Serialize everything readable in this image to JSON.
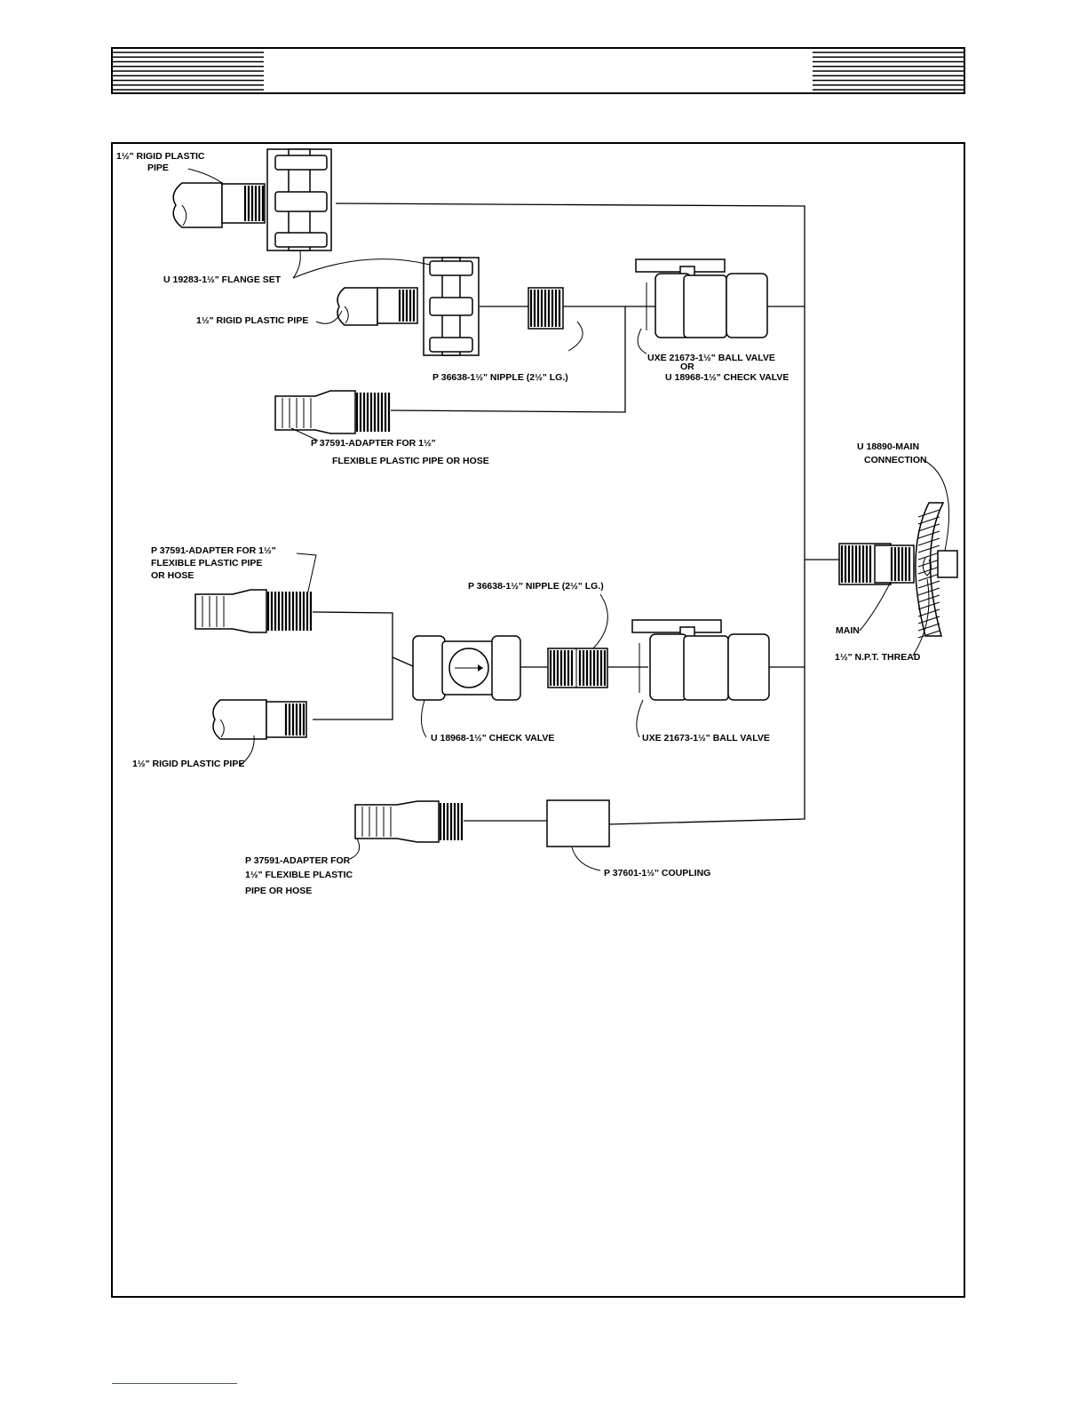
{
  "header": {
    "stripe_count": 9
  },
  "labels": {
    "rigid_pipe_top": [
      "1½\" RIGID PLASTIC",
      "PIPE"
    ],
    "flange_set": "U 19283-1½\" FLANGE SET",
    "rigid_pipe_mid": "1½\" RIGID PLASTIC PIPE",
    "nipple_top": "P 36638-1½\" NIPPLE (2½\" LG.)",
    "ball_or_check": [
      "UXE 21673-1½\" BALL VALVE",
      "OR",
      "U 18968-1½\" CHECK VALVE"
    ],
    "adapter_top": [
      "P 37591-ADAPTER FOR 1½\"",
      "FLEXIBLE PLASTIC PIPE OR HOSE"
    ],
    "main_connection": [
      "U 18890-MAIN",
      "CONNECTION"
    ],
    "adapter_left": [
      "P 37591-ADAPTER FOR 1½\"",
      "FLEXIBLE PLASTIC PIPE",
      "OR HOSE"
    ],
    "nipple_bottom": "P 36638-1½\" NIPPLE (2½\" LG.)",
    "main": "MAIN",
    "npt_thread": "1½\" N.P.T. THREAD",
    "rigid_pipe_bottom": "1½\" RIGID PLASTIC PIPE",
    "check_valve": "U 18968-1½\" CHECK VALVE",
    "ball_valve": "UXE 21673-1½\" BALL VALVE",
    "adapter_bottom": [
      "P 37591-ADAPTER FOR",
      "1½\" FLEXIBLE PLASTIC",
      "PIPE OR HOSE"
    ],
    "coupling": "P 37601-1½\" COUPLING"
  }
}
